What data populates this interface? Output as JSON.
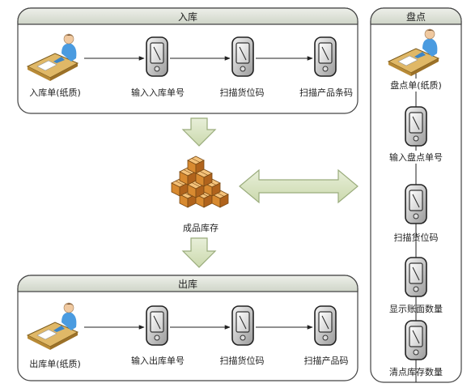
{
  "panels": {
    "inbound": {
      "title": "入库",
      "steps": [
        "入库单(纸质)",
        "输入入库单号",
        "扫描货位码",
        "扫描产品条码"
      ]
    },
    "outbound": {
      "title": "出库",
      "steps": [
        "出库单(纸质)",
        "输入出库单号",
        "扫描货位码",
        "扫描产品码"
      ]
    },
    "stocktake": {
      "title": "盘点",
      "steps": [
        "盘点单(纸质)",
        "输入盘点单号",
        "扫描货位码",
        "显示账面数量",
        "清点库存数量"
      ]
    }
  },
  "center": {
    "inventory_label": "成品库存"
  },
  "icons": {
    "paper_form": "person-at-desk-icon",
    "handheld": "handheld-scanner-icon",
    "inventory": "stacked-boxes-icon",
    "flow_arrow": "block-arrow-icon"
  },
  "colors": {
    "panel_header": "#d6dbd1",
    "block_arrow_fill": "#d9e4c2",
    "block_arrow_stroke": "#9aac7c",
    "box_orange": "#d8882f"
  }
}
